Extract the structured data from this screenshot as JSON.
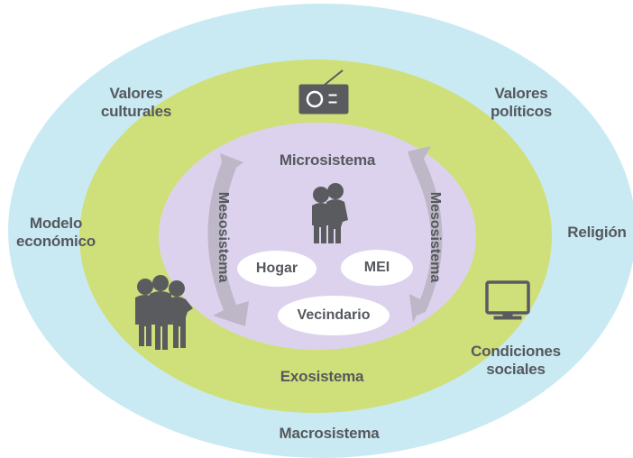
{
  "colors": {
    "macro": "#c9eaf3",
    "exo": "#cfe07a",
    "micro": "#ddd2ee",
    "arrow": "#bdb7c8",
    "pill": "#ffffff",
    "text": "#55585d",
    "icon": "#5a5b5e"
  },
  "labels": {
    "valores_culturales": "Valores\nculturales",
    "valores_politicos": "Valores\npolíticos",
    "modelo_economico": "Modelo\neconómico",
    "religion": "Religión",
    "condiciones_sociales": "Condiciones\nsociales",
    "macrosistema": "Macrosistema",
    "exosistema": "Exosistema",
    "microsistema": "Microsistema",
    "mesosistema_left": "Mesosistema",
    "mesosistema_right": "Mesosistema",
    "hogar": "Hogar",
    "mei": "MEI",
    "vecindario": "Vecindario"
  },
  "icons": [
    "radio-icon",
    "children-icon",
    "family-icon",
    "television-icon"
  ]
}
